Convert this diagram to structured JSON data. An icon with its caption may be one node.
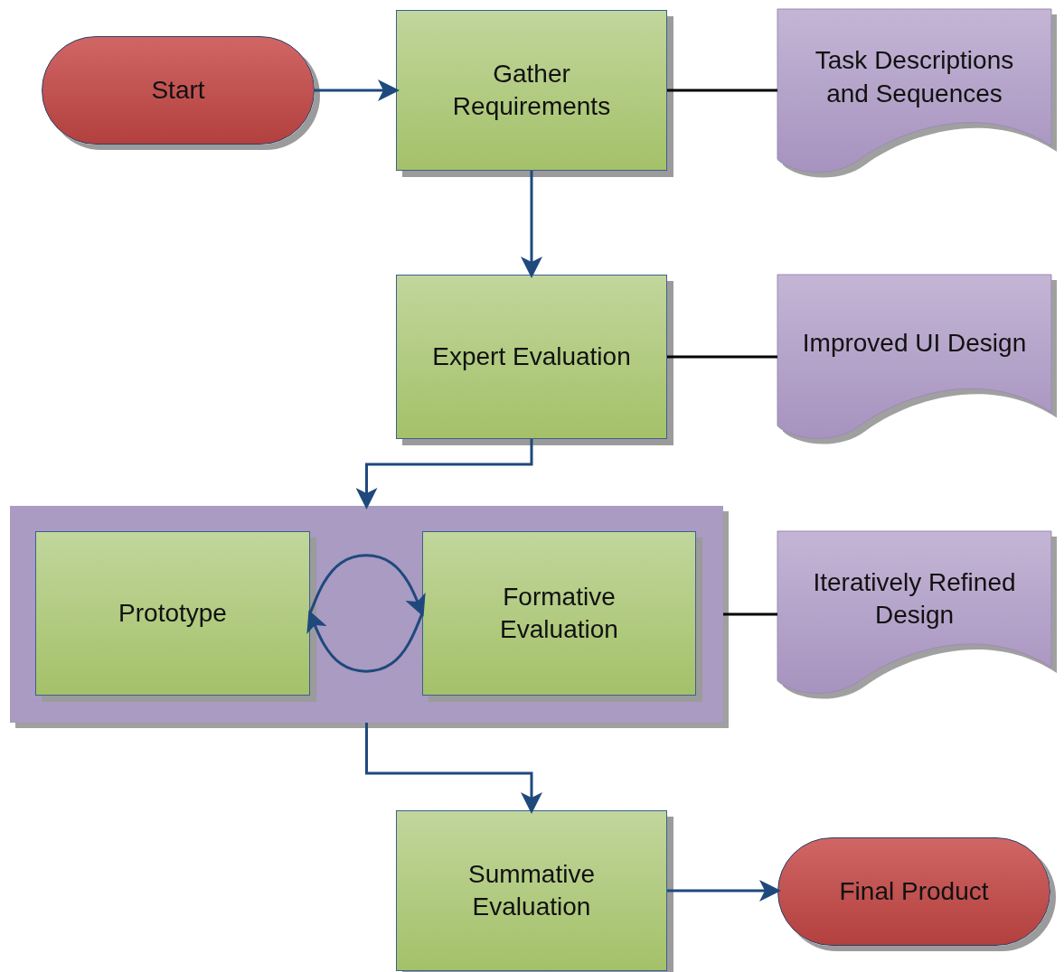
{
  "diagram": {
    "nodes": [
      {
        "text": [
          "Start"
        ]
      },
      {
        "text": [
          "Gather Requirements"
        ]
      },
      {
        "text": [
          "Task Descriptions and Sequences"
        ]
      },
      {
        "text": [
          "Expert Evaluation"
        ]
      },
      {
        "text": [
          "Improved UI Design"
        ]
      },
      {
        "text": [],
        "shape": "box"
      },
      {
        "text": [
          "Prototype"
        ],
        "in": 5
      },
      {
        "text": [
          "Formative Evaluation"
        ],
        "in": 5
      },
      {
        "text": [
          "Iteratively Refined Design"
        ]
      },
      {
        "text": [
          "Summative Evaluation"
        ]
      },
      {
        "text": [
          "Final Product"
        ]
      }
    ],
    "edges": [
      {
        "from": 0,
        "to": 1,
        "arrow": "to"
      },
      {
        "from": 1,
        "to": 2,
        "arrow": "none",
        "color": "#000000"
      },
      {
        "from": 1,
        "to": 3,
        "arrow": "to"
      },
      {
        "from": 3,
        "to": 4,
        "arrow": "none",
        "color": "#000000"
      },
      {
        "from": 3,
        "to": 5,
        "arrow": "to"
      },
      {
        "from": 6,
        "to": 7,
        "arrow": "to"
      },
      {
        "from": 7,
        "to": 6,
        "arrow": "to"
      },
      {
        "from": 5,
        "to": 8,
        "arrow": "none",
        "color": "#000000"
      },
      {
        "from": 5,
        "to": 9,
        "arrow": "to"
      },
      {
        "from": 9,
        "to": 10,
        "arrow": "to"
      }
    ]
  }
}
